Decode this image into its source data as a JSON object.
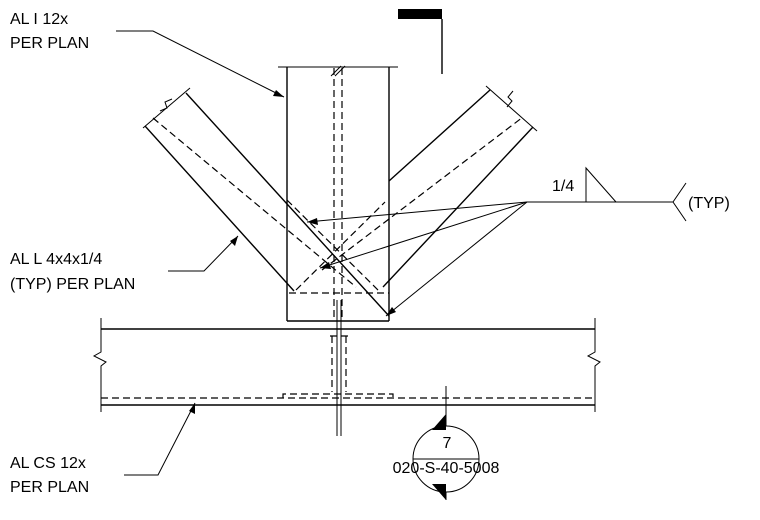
{
  "labels": {
    "i_beam_line1": "AL I 12x",
    "i_beam_line2": "PER PLAN",
    "angle_line1": "AL L 4x4x1/4",
    "angle_line2": "(TYP) PER PLAN",
    "channel_line1": "AL CS 12x",
    "channel_line2": "PER PLAN"
  },
  "weld": {
    "size": "1/4",
    "tail_note": "(TYP)"
  },
  "section_callout": {
    "number": "7",
    "sheet": "020-S-40-5008"
  }
}
